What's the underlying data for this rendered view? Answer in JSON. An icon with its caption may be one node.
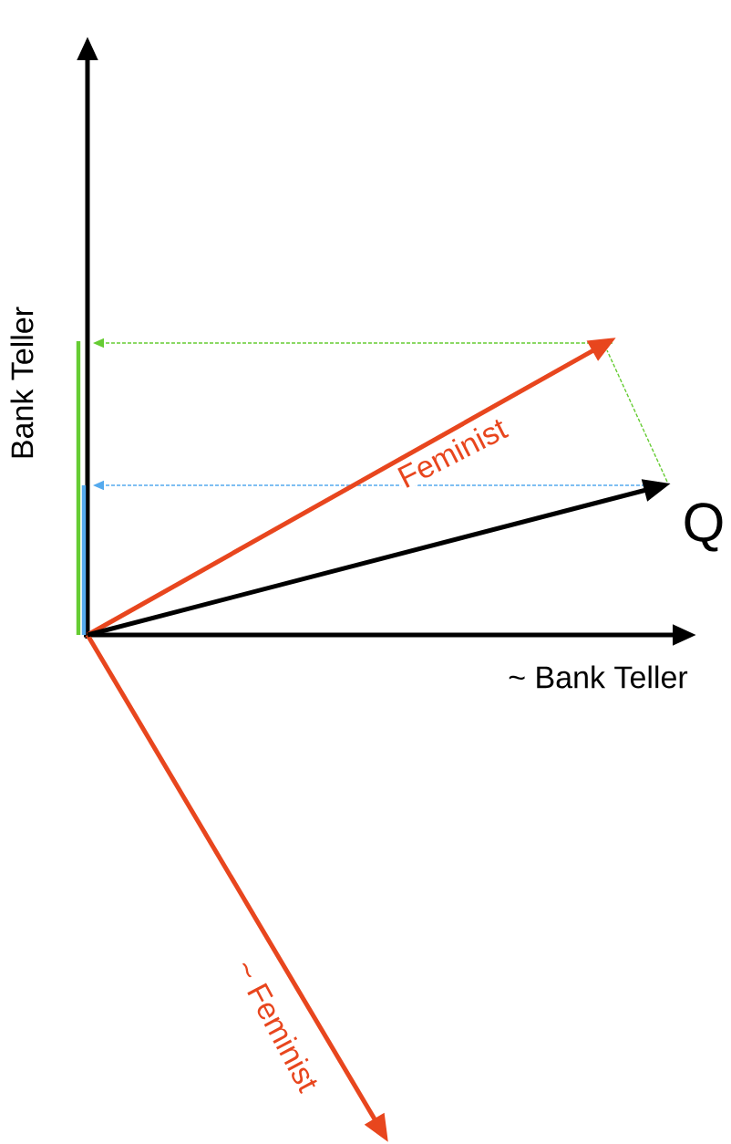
{
  "diagram": {
    "labels": [
      "Bank Teller",
      "Feminist",
      "Q",
      "~ Bank Teller",
      "~ Feminist"
    ]
  }
}
